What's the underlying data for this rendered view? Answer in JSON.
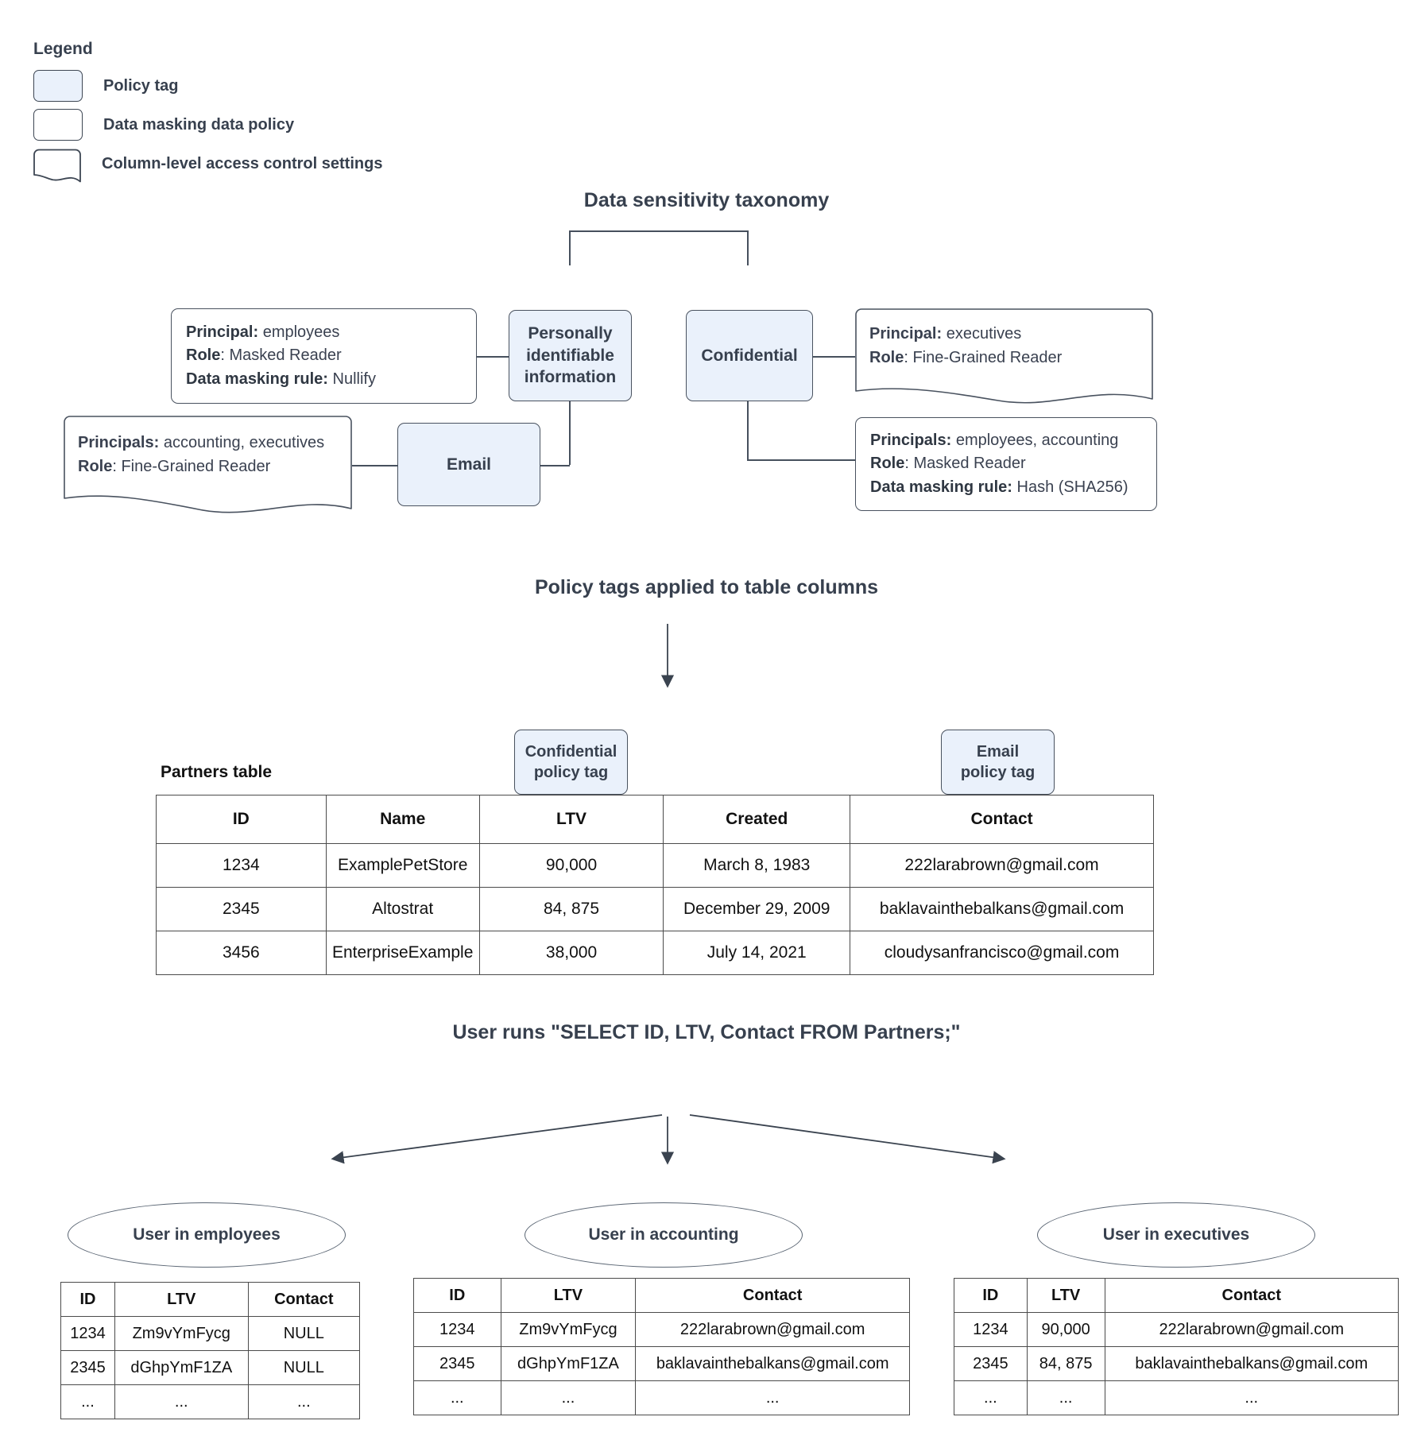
{
  "legend": {
    "title": "Legend",
    "items": [
      {
        "label": "Policy tag",
        "swatch": "policy-tag-swatch"
      },
      {
        "label": "Data masking data policy",
        "swatch": "data-masking-policy-swatch"
      },
      {
        "label": "Column-level access control settings",
        "swatch": "column-access-control-swatch"
      }
    ]
  },
  "taxonomy": {
    "title": "Data sensitivity taxonomy",
    "tags": {
      "pii": "Personally identifiable information",
      "confidential": "Confidential",
      "email": "Email"
    },
    "policies": {
      "pii_masking": {
        "principal_label": "Principal:",
        "principal_value": " employees",
        "role_label": "Role",
        "role_value": ": Masked Reader",
        "rule_label": "Data masking rule:",
        "rule_value": " Nullify"
      },
      "email_access": {
        "principal_label": "Principals:",
        "principal_value": " accounting, executives",
        "role_label": "Role",
        "role_value": ": Fine-Grained Reader"
      },
      "confidential_access": {
        "principal_label": "Principal:",
        "principal_value": " executives",
        "role_label": "Role",
        "role_value": ": Fine-Grained Reader"
      },
      "confidential_masking": {
        "principal_label": "Principals:",
        "principal_value": " employees, accounting",
        "role_label": "Role",
        "role_value": ": Masked Reader",
        "rule_label": "Data masking rule:",
        "rule_value": " Hash (SHA256)"
      }
    }
  },
  "applied": {
    "title": "Policy tags applied to table columns",
    "table_caption": "Partners table",
    "col_tags": {
      "confidential": "Confidential\npolicy tag",
      "confidential_line1": "Confidential",
      "confidential_line2": "policy tag",
      "email_line1": "Email",
      "email_line2": "policy tag"
    },
    "partners_table": {
      "headers": [
        "ID",
        "Name",
        "LTV",
        "Created",
        "Contact"
      ],
      "rows": [
        [
          "1234",
          "ExamplePetStore",
          "90,000",
          "March 8, 1983",
          "222larabrown@gmail.com"
        ],
        [
          "2345",
          "Altostrat",
          "84, 875",
          "December 29, 2009",
          "baklavainthebalkans@gmail.com"
        ],
        [
          "3456",
          "EnterpriseExample",
          "38,000",
          "July 14, 2021",
          "cloudysanfrancisco@gmail.com"
        ]
      ]
    }
  },
  "query": {
    "title": "User runs \"SELECT ID, LTV, Contact FROM Partners;\"",
    "results": [
      {
        "actor": "User in employees",
        "headers": [
          "ID",
          "LTV",
          "Contact"
        ],
        "rows": [
          [
            "1234",
            "Zm9vYmFycg",
            "NULL"
          ],
          [
            "2345",
            "dGhpYmF1ZA",
            "NULL"
          ],
          [
            "...",
            "...",
            "..."
          ]
        ]
      },
      {
        "actor": "User in accounting",
        "headers": [
          "ID",
          "LTV",
          "Contact"
        ],
        "rows": [
          [
            "1234",
            "Zm9vYmFycg",
            "222larabrown@gmail.com"
          ],
          [
            "2345",
            "dGhpYmF1ZA",
            "baklavainthebalkans@gmail.com"
          ],
          [
            "...",
            "...",
            "..."
          ]
        ]
      },
      {
        "actor": "User in executives",
        "headers": [
          "ID",
          "LTV",
          "Contact"
        ],
        "rows": [
          [
            "1234",
            "90,000",
            "222larabrown@gmail.com"
          ],
          [
            "2345",
            "84, 875",
            "baklavainthebalkans@gmail.com"
          ],
          [
            "...",
            "...",
            "..."
          ]
        ]
      }
    ]
  },
  "colors": {
    "policy_tag_fill": "#eaf1fb",
    "stroke": "#49525f",
    "text": "#37404e",
    "table_border": "#4b4b4b"
  }
}
